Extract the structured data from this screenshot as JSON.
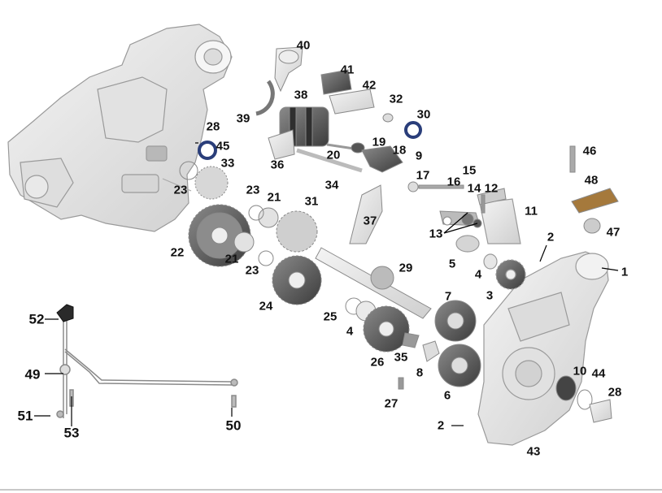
{
  "diagram": {
    "colors": {
      "part_fill": "#e8e8e8",
      "part_stroke": "#8e8e8e",
      "dark_part": "#5a5a5a",
      "seal_ring": "#2a3e7a",
      "bracket": "#a5793c",
      "leader": "#000000"
    },
    "callouts": [
      {
        "id": "c1",
        "text": "1"
      },
      {
        "id": "c2a",
        "text": "2"
      },
      {
        "id": "c2b",
        "text": "2"
      },
      {
        "id": "c3",
        "text": "3"
      },
      {
        "id": "c4a",
        "text": "4"
      },
      {
        "id": "c4b",
        "text": "4"
      },
      {
        "id": "c5",
        "text": "5"
      },
      {
        "id": "c6",
        "text": "6"
      },
      {
        "id": "c7",
        "text": "7"
      },
      {
        "id": "c8",
        "text": "8"
      },
      {
        "id": "c9",
        "text": "9"
      },
      {
        "id": "c10",
        "text": "10"
      },
      {
        "id": "c11",
        "text": "11"
      },
      {
        "id": "c12",
        "text": "12"
      },
      {
        "id": "c13",
        "text": "13"
      },
      {
        "id": "c14",
        "text": "14"
      },
      {
        "id": "c15",
        "text": "15"
      },
      {
        "id": "c16",
        "text": "16"
      },
      {
        "id": "c17",
        "text": "17"
      },
      {
        "id": "c18",
        "text": "18"
      },
      {
        "id": "c19",
        "text": "19"
      },
      {
        "id": "c20",
        "text": "20"
      },
      {
        "id": "c21a",
        "text": "21"
      },
      {
        "id": "c21b",
        "text": "21"
      },
      {
        "id": "c22",
        "text": "22"
      },
      {
        "id": "c23a",
        "text": "23"
      },
      {
        "id": "c23b",
        "text": "23"
      },
      {
        "id": "c23c",
        "text": "23"
      },
      {
        "id": "c24",
        "text": "24"
      },
      {
        "id": "c25",
        "text": "25"
      },
      {
        "id": "c26",
        "text": "26"
      },
      {
        "id": "c27",
        "text": "27"
      },
      {
        "id": "c28a",
        "text": "28"
      },
      {
        "id": "c28b",
        "text": "28"
      },
      {
        "id": "c29",
        "text": "29"
      },
      {
        "id": "c30",
        "text": "30"
      },
      {
        "id": "c31",
        "text": "31"
      },
      {
        "id": "c32",
        "text": "32"
      },
      {
        "id": "c33",
        "text": "33"
      },
      {
        "id": "c34",
        "text": "34"
      },
      {
        "id": "c35",
        "text": "35"
      },
      {
        "id": "c36",
        "text": "36"
      },
      {
        "id": "c37",
        "text": "37"
      },
      {
        "id": "c38",
        "text": "38"
      },
      {
        "id": "c39",
        "text": "39"
      },
      {
        "id": "c40",
        "text": "40"
      },
      {
        "id": "c41",
        "text": "41"
      },
      {
        "id": "c42",
        "text": "42"
      },
      {
        "id": "c43",
        "text": "43"
      },
      {
        "id": "c44",
        "text": "44"
      },
      {
        "id": "c45",
        "text": "45"
      },
      {
        "id": "c46",
        "text": "46"
      },
      {
        "id": "c47",
        "text": "47"
      },
      {
        "id": "c48",
        "text": "48"
      },
      {
        "id": "c49",
        "text": "49"
      },
      {
        "id": "c50",
        "text": "50"
      },
      {
        "id": "c51",
        "text": "51"
      },
      {
        "id": "c52",
        "text": "52"
      },
      {
        "id": "c53",
        "text": "53"
      }
    ]
  }
}
